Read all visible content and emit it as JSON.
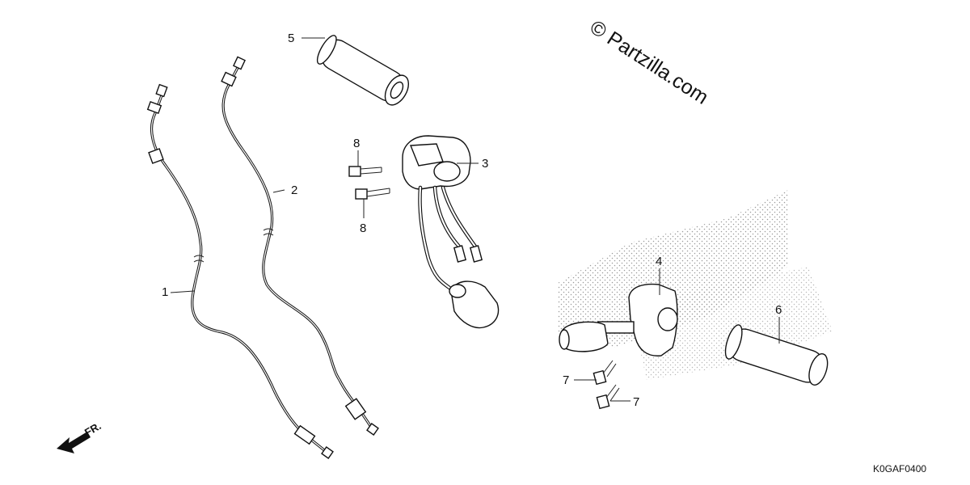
{
  "watermark": {
    "text": "© Partzilla.com"
  },
  "diagram_code": "K0GAF0400",
  "front_indicator": {
    "label": "FR."
  },
  "callouts": [
    {
      "id": "1",
      "label": "1"
    },
    {
      "id": "2",
      "label": "2"
    },
    {
      "id": "3",
      "label": "3"
    },
    {
      "id": "4",
      "label": "4"
    },
    {
      "id": "5",
      "label": "5"
    },
    {
      "id": "6",
      "label": "6"
    },
    {
      "id": "7a",
      "label": "7"
    },
    {
      "id": "7b",
      "label": "7"
    },
    {
      "id": "8a",
      "label": "8"
    },
    {
      "id": "8b",
      "label": "8"
    }
  ],
  "colors": {
    "ink": "#111111",
    "background": "#ffffff",
    "stipple": "#9a9a9a"
  }
}
